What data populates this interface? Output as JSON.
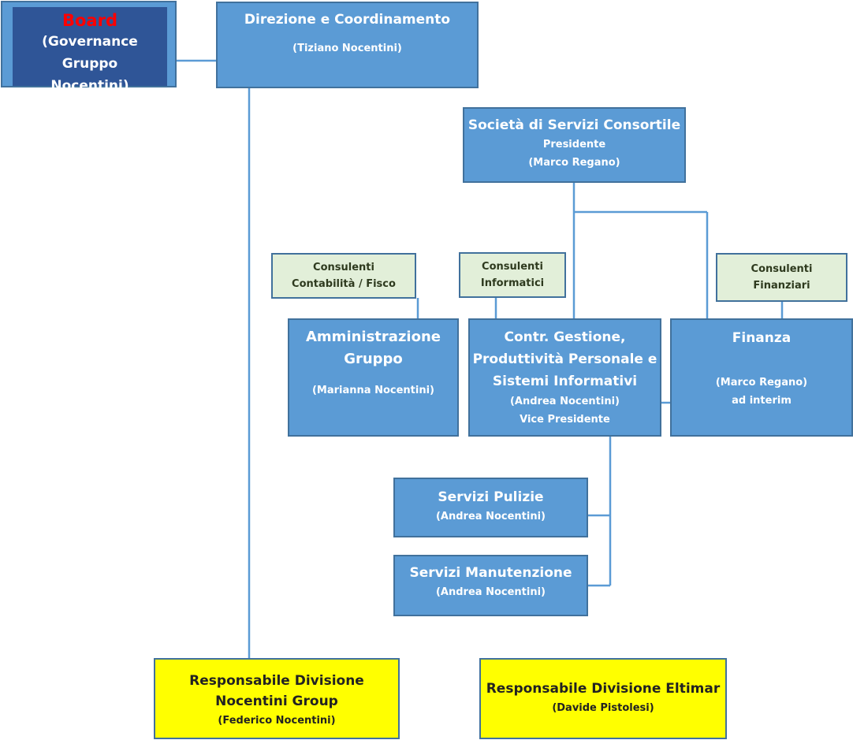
{
  "board": {
    "title": "Board",
    "subtitle_line1": "(Governance Gruppo",
    "subtitle_line2": "Nocentini)",
    "title_color": "#ff0000"
  },
  "direzione": {
    "title": "Direzione e Coordinamento",
    "person": "(Tiziano Nocentini)"
  },
  "societa": {
    "title": "Società di Servizi Consortile",
    "role": "Presidente",
    "person": "(Marco Regano)"
  },
  "consulenti_contabilita": {
    "line1": "Consulenti",
    "line2": "Contabilità / Fisco"
  },
  "consulenti_informatici": {
    "line1": "Consulenti",
    "line2": "Informatici"
  },
  "consulenti_finanziari": {
    "line1": "Consulenti",
    "line2": "Finanziari"
  },
  "amministrazione": {
    "line1": "Amministrazione",
    "line2": "Gruppo",
    "person": "(Marianna Nocentini)"
  },
  "controllo": {
    "line1": "Contr. Gestione,",
    "line2": "Produttività Personale e",
    "line3": "Sistemi Informativi",
    "person": "(Andrea Nocentini)",
    "role": "Vice Presidente"
  },
  "finanza": {
    "title": "Finanza",
    "person": "(Marco Regano)",
    "note": "ad interim"
  },
  "pulizie": {
    "title": "Servizi Pulizie",
    "person": "(Andrea Nocentini)"
  },
  "manutenzione": {
    "title": "Servizi Manutenzione",
    "person": "(Andrea Nocentini)"
  },
  "div_nocentini": {
    "line1": "Responsabile Divisione",
    "line2": "Nocentini Group",
    "person": "(Federico Nocentini)"
  },
  "div_eltimar": {
    "title": "Responsabile Divisione Eltimar",
    "person": "(Davide Pistolesi)"
  },
  "colors": {
    "box_blue": "#5b9bd5",
    "board_blue": "#2f5597",
    "consultant_green": "#e2efd9",
    "division_yellow": "#ffff00",
    "line_blue": "#5b9bd5"
  }
}
